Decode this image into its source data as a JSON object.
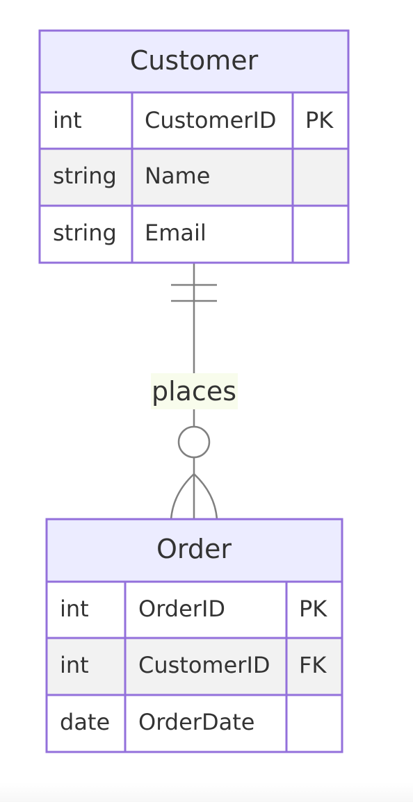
{
  "diagram": {
    "entities": {
      "customer": {
        "name": "Customer",
        "attributes": [
          {
            "type": "int",
            "name": "CustomerID",
            "key": "PK"
          },
          {
            "type": "string",
            "name": "Name",
            "key": ""
          },
          {
            "type": "string",
            "name": "Email",
            "key": ""
          }
        ]
      },
      "order": {
        "name": "Order",
        "attributes": [
          {
            "type": "int",
            "name": "OrderID",
            "key": "PK"
          },
          {
            "type": "int",
            "name": "CustomerID",
            "key": "FK"
          },
          {
            "type": "date",
            "name": "OrderDate",
            "key": ""
          }
        ]
      }
    },
    "relationship": {
      "label": "places",
      "from_cardinality": "exactly-one",
      "to_cardinality": "zero-or-more"
    },
    "colors": {
      "border": "#9370DB",
      "header_fill": "#ECECFF",
      "row_odd": "#FFFFFF",
      "row_even": "#F2F2F2",
      "line": "#808080",
      "text": "#333333",
      "label_bg": "#F8FCEC"
    }
  }
}
